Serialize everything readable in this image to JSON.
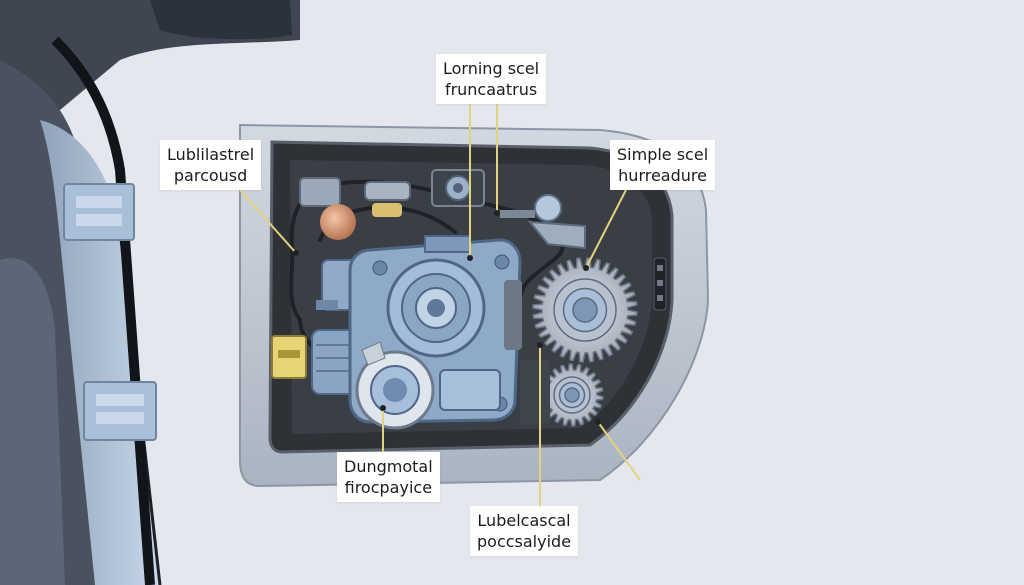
{
  "colors": {
    "background": "#e4e7ed",
    "door_frame": "#5d6675",
    "door_panel": "#b9cbe0",
    "housing": "#bcc6d2",
    "cavity": "#2e3237",
    "component": "#90a9c8",
    "component_dark": "#5f7898",
    "gear": "#c5ccd6",
    "leader_line": "#e3d37a",
    "wire": "#1f2226"
  },
  "callouts": {
    "top": {
      "line1": "Lorning scel",
      "line2": "fruncaatrus"
    },
    "left": {
      "line1": "Lublilastrel",
      "line2": "parcousd"
    },
    "right": {
      "line1": "Simple scel",
      "line2": "hurreadure"
    },
    "bottom_left": {
      "line1": "Dungmotal",
      "line2": "firocpayice"
    },
    "bottom_right": {
      "line1": "Lubelcascal",
      "line2": "poccsalyide"
    }
  }
}
